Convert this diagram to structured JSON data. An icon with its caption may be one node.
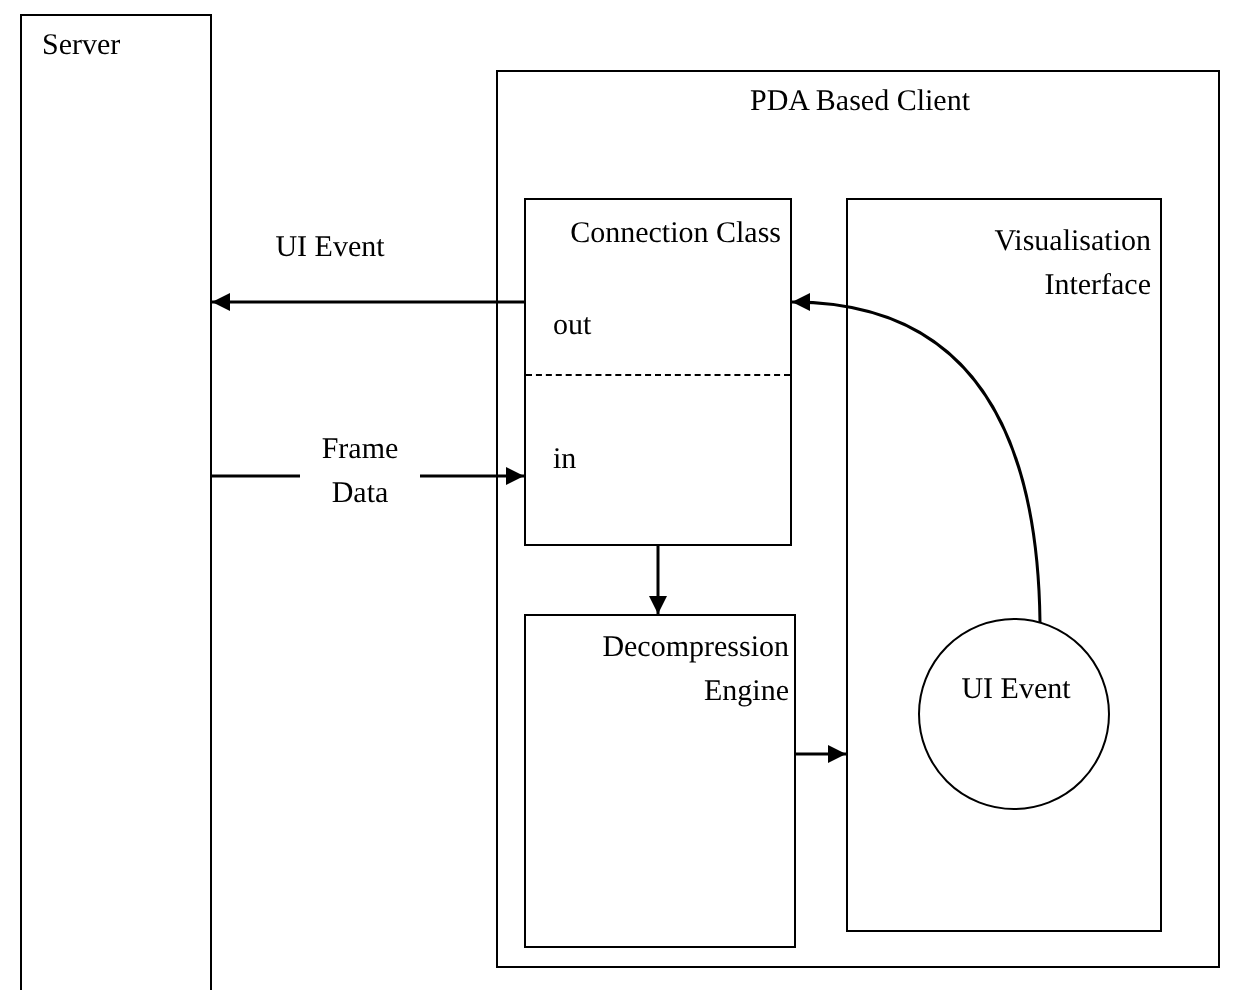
{
  "diagram": {
    "nodes": [
      {
        "text": [
          "Server"
        ]
      },
      {
        "text": [
          "PDA Based Client"
        ]
      },
      {
        "text": [
          "Connection Class",
          "out",
          "in"
        ],
        "in": 1
      },
      {
        "text": [
          "Decompression Engine"
        ],
        "in": 1
      },
      {
        "text": [
          "Visualisation Interface"
        ],
        "in": 1
      },
      {
        "text": [
          "UI Event"
        ],
        "in": 4
      }
    ],
    "edges": [
      {
        "from": 2,
        "to": 0,
        "arrow": "to",
        "label": "UI Event"
      },
      {
        "from": 0,
        "to": 2,
        "arrow": "to",
        "label": "Frame Data"
      },
      {
        "from": 2,
        "to": 3,
        "arrow": "to"
      },
      {
        "from": 3,
        "to": 4,
        "arrow": "to"
      },
      {
        "from": 5,
        "to": 2,
        "arrow": "to"
      }
    ]
  }
}
